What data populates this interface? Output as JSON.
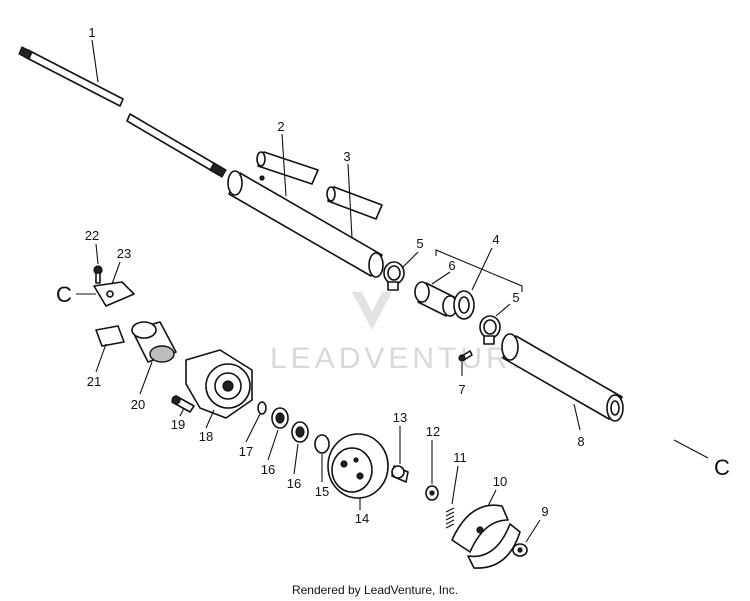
{
  "watermark": {
    "text": "LEADVENTURE"
  },
  "credit": {
    "text": "Rendered by LeadVenture, Inc."
  },
  "callouts": {
    "left": "C",
    "right": "C"
  },
  "parts": {
    "p1": "1",
    "p2": "2",
    "p3": "3",
    "p4": "4",
    "p5a": "5",
    "p5b": "5",
    "p6": "6",
    "p7": "7",
    "p8": "8",
    "p9": "9",
    "p10": "10",
    "p11": "11",
    "p12": "12",
    "p13": "13",
    "p14": "14",
    "p15": "15",
    "p16a": "16",
    "p16b": "16",
    "p17": "17",
    "p18": "18",
    "p19": "19",
    "p20": "20",
    "p21": "21",
    "p22": "22",
    "p23": "23"
  }
}
